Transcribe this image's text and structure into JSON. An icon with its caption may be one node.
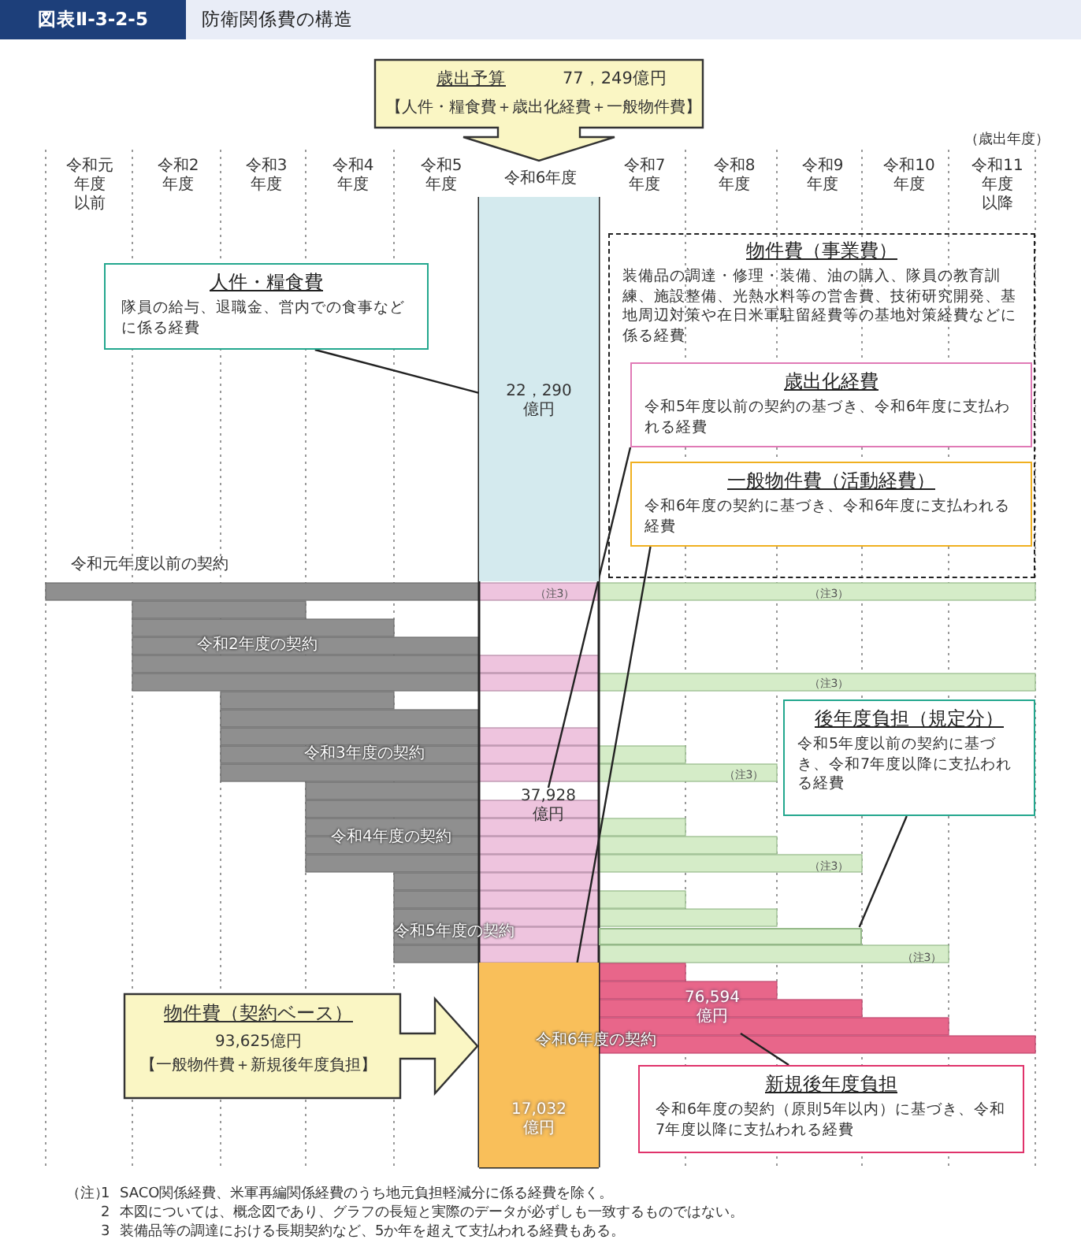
{
  "diagram": {
    "title": "防衛関係費の構造",
    "nodes": [
      {
        "text": [
          "歳出予算",
          "77，249億円",
          "【人件・糧食費＋歳出化経費＋一般物件費】"
        ]
      },
      {
        "text": [
          "人件・糧食費",
          "隊員の給与、退職金、営内での食事などに係る経費"
        ]
      },
      {
        "text": [
          "22，290 億円"
        ]
      },
      {
        "text": [
          "物件費（事業費）",
          "装備品の調達・修理・装備、油の購入、隊員の教育訓練、施設整備、光熱水料等の営舎費、技術研究開発、基地周辺対策や在日米軍駐留経費等の基地対策経費などに係る経費"
        ]
      },
      {
        "text": [
          "歳出化経費",
          "令和5年度以前の契約の基づき、令和6年度に支払われる経費"
        ],
        "in": 3
      },
      {
        "text": [
          "一般物件費（活動経費）",
          "令和6年度の契約に基づき、令和6年度に支払われる経費"
        ],
        "in": 3
      },
      {
        "text": [
          "37,928 億円"
        ]
      },
      {
        "text": [
          "後年度負担（規定分）",
          "令和5年度以前の契約に基づき、令和7年度以降に支払われる経費"
        ]
      },
      {
        "text": [
          "物件費（契約ベース）",
          "93,625億円",
          "【一般物件費＋新規後年度負担】"
        ]
      },
      {
        "text": [
          "17,032 億円"
        ]
      },
      {
        "text": [
          "76,594 億円"
        ]
      },
      {
        "text": [
          "新規後年度負担",
          "令和6年度の契約（原則5年以内）に基づき、令和7年度以降に支払われる経費"
        ]
      },
      {
        "text": [],
        "shape": "bar"
      }
    ],
    "edges": [
      {
        "from": 1,
        "to": 2,
        "arrow": "none"
      },
      {
        "from": 4,
        "to": 6,
        "arrow": "none"
      },
      {
        "from": 5,
        "to": 9,
        "arrow": "none"
      },
      {
        "from": 7,
        "to": 12,
        "arrow": "none"
      },
      {
        "from": 11,
        "to": 10,
        "arrow": "none"
      }
    ],
    "labels": [
      "図表Ⅱ-3-2-5",
      "（歳出年度）",
      "令和元年度以前",
      "令和2年度",
      "令和3年度",
      "令和4年度",
      "令和5年度",
      "令和6年度",
      "令和7年度",
      "令和8年度",
      "令和9年度",
      "令和10年度",
      "令和11年度以降",
      "令和元年度以前の契約",
      "令和2年度の契約",
      "令和3年度の契約",
      "令和4年度の契約",
      "令和5年度の契約",
      "令和6年度の契約",
      "（注3）",
      "（注3）",
      "（注3）",
      "（注3）",
      "（注3）",
      "（注3）",
      "（注）",
      "1",
      "SACO関係経費、米軍再編関係経費のうち地元負担軽減分に係る経費を除く。",
      "2",
      "本図については、概念図であり、グラフの長短と実際のデータが必ずしも一致するものではない。",
      "3",
      "装備品等の調達における長期契約など、5か年を超えて支払われる経費もある。"
    ]
  }
}
